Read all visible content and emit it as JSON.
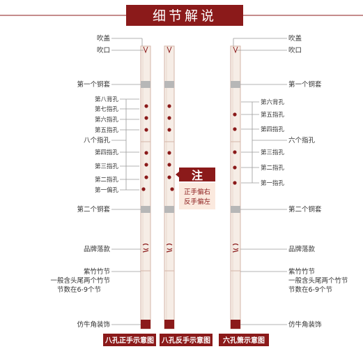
{
  "title": "细节解说",
  "colors": {
    "accent": "#8b1a1a",
    "flute_body": "#f6ede6",
    "flute_outline": "#d4b5a8",
    "ferrule": "#b7b7b7",
    "guide_line": "#9a9a9a",
    "text": "#333333"
  },
  "left_labels": {
    "blow_cap": "吹盖",
    "mouth_hole": "吹口",
    "first_ferrule": "第一个铜套",
    "eighth_back_hole": "第八背孔",
    "seventh_hole": "第七指孔",
    "sixth_hole": "第六指孔",
    "fifth_hole": "第五指孔",
    "eight_holes": "八个指孔",
    "fourth_hole": "第四指孔",
    "third_hole": "第三指孔",
    "second_hole": "第二指孔",
    "side_hole": "第一偏孔",
    "second_ferrule": "第二个铜套",
    "brand_mark": "品牌落款",
    "bamboo_l1": "紫竹竹节",
    "bamboo_l2": "一般含头尾两个竹节",
    "bamboo_l3": "节数在6-9个节",
    "horn_decor": "仿牛角装饰"
  },
  "right_labels": {
    "blow_cap": "吹盖",
    "mouth_hole": "吹口",
    "first_ferrule": "第一个铜套",
    "sixth_back_hole": "第六背孔",
    "fifth_hole": "第五指孔",
    "fourth_hole": "第四指孔",
    "six_holes": "六个指孔",
    "third_hole": "第三指孔",
    "second_hole": "第二指孔",
    "first_hole": "第一指孔",
    "second_ferrule": "第二个铜套",
    "brand_mark": "品牌落款",
    "bamboo_l1": "紫竹竹节",
    "bamboo_l2": "一般含头尾两个竹节",
    "bamboo_l3": "节数在6-9个节",
    "horn_decor": "仿牛角装饰"
  },
  "note": {
    "head": "注",
    "line1": "正手偏右",
    "line2": "反手偏左"
  },
  "captions": {
    "left": "八孔正手示意图",
    "middle": "八孔反手示意图",
    "right": "六孔箫示意图"
  }
}
